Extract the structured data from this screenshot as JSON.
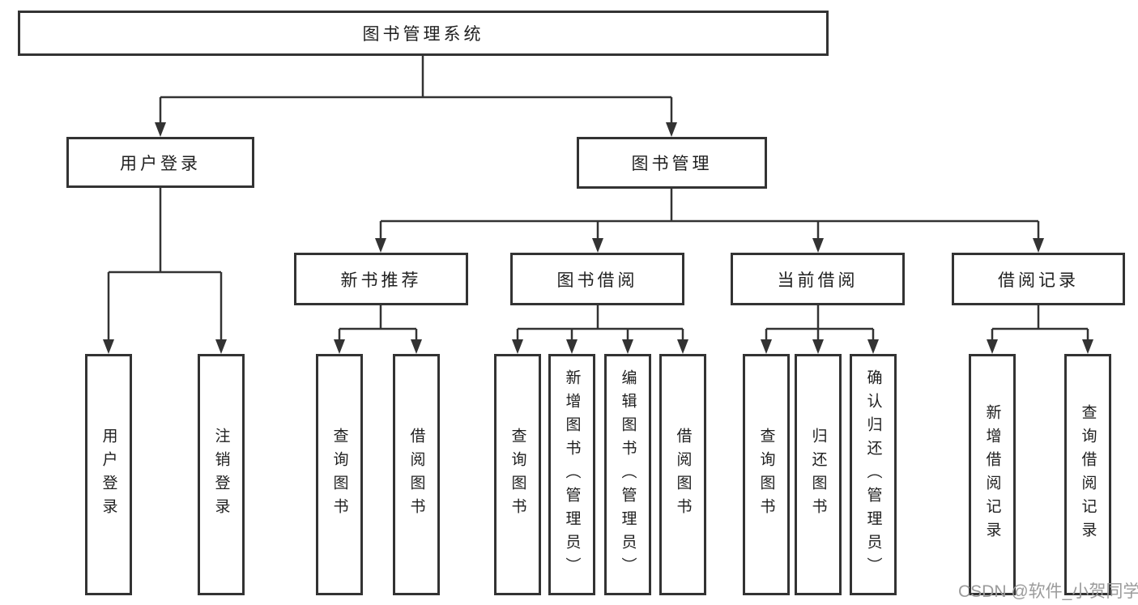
{
  "title": "图书管理系统",
  "level2": [
    {
      "label": "用户登录"
    },
    {
      "label": "图书管理"
    }
  ],
  "level3": [
    {
      "label": "新书推荐"
    },
    {
      "label": "图书借阅"
    },
    {
      "label": "当前借阅"
    },
    {
      "label": "借阅记录"
    }
  ],
  "leaves": [
    {
      "label": "用户登录"
    },
    {
      "label": "注销登录"
    },
    {
      "label": "查询图书"
    },
    {
      "label": "借阅图书"
    },
    {
      "label": "查询图书"
    },
    {
      "label": "新增图书（管理员）"
    },
    {
      "label": "编辑图书（管理员）"
    },
    {
      "label": "借阅图书"
    },
    {
      "label": "查询图书"
    },
    {
      "label": "归还图书"
    },
    {
      "label": "确认归还（管理员）"
    },
    {
      "label": "新增借阅记录"
    },
    {
      "label": "查询借阅记录"
    }
  ],
  "watermark": "CSDN @软件_小贺同学",
  "colors": {
    "line": "#333333",
    "text": "#1f1f1f",
    "watermark": "#9b9b9b",
    "background": "#ffffff"
  }
}
